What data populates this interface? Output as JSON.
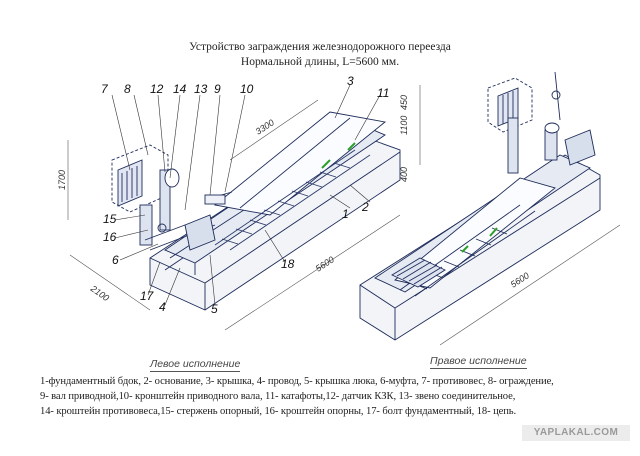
{
  "title_line1": "Устройство заграждения железнодорожного переезда",
  "title_line2": "Нормальной длины, L=5600 мм.",
  "captions": {
    "left": "Левое исполнение",
    "right": "Правое исполнение"
  },
  "callouts": [
    "1",
    "2",
    "3",
    "4",
    "5",
    "6",
    "7",
    "8",
    "9",
    "10",
    "11",
    "12",
    "13",
    "14",
    "15",
    "16",
    "17",
    "18"
  ],
  "dimensions": {
    "d1700": "1700",
    "d2100": "2100",
    "d5600_left": "5600",
    "d5600_right": "5600",
    "d3300": "3300",
    "d450": "450",
    "d400": "400",
    "d1100": "1100"
  },
  "legend": {
    "line1": "1-фундаментный бдок,  2- основание, 3- крышка, 4- провод, 5- крышка люка, 6-муфта, 7- противовес, 8- ограждение,",
    "line2": "9- вал приводной,10- кронштейн приводного вала, 11- катафоты,12- датчик КЗК, 13- звено соединительное,",
    "line3": "14- кроштейн противовеса,15- стержень опорный, 16- кроштейн опорны, 17- болт фундаментный, 18- цепь."
  },
  "watermark": "YAPLAKAL.COM"
}
